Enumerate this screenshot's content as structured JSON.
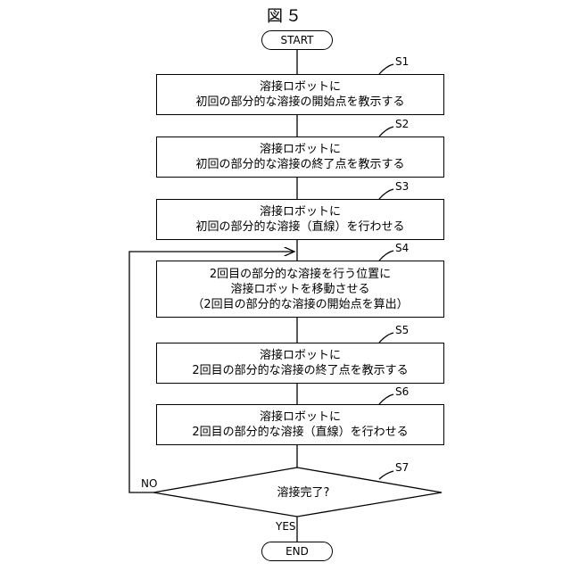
{
  "figure": {
    "title": "図５"
  },
  "start": "START",
  "end": "END",
  "steps": [
    {
      "id": "S1",
      "lines": [
        "溶接ロボットに",
        "初回の部分的な溶接の開始点を教示する"
      ]
    },
    {
      "id": "S2",
      "lines": [
        "溶接ロボットに",
        "初回の部分的な溶接の終了点を教示する"
      ]
    },
    {
      "id": "S3",
      "lines": [
        "溶接ロボットに",
        "初回の部分的な溶接（直線）を行わせる"
      ]
    },
    {
      "id": "S4",
      "lines": [
        "2回目の部分的な溶接を行う位置に",
        "溶接ロボットを移動させる",
        "（2回目の部分的な溶接の開始点を算出）"
      ]
    },
    {
      "id": "S5",
      "lines": [
        "溶接ロボットに",
        "2回目の部分的な溶接の終了点を教示する"
      ]
    },
    {
      "id": "S6",
      "lines": [
        "溶接ロボットに",
        "2回目の部分的な溶接（直線）を行わせる"
      ]
    }
  ],
  "decision": {
    "id": "S7",
    "text": "溶接完了?",
    "no_label": "NO",
    "yes_label": "YES"
  }
}
